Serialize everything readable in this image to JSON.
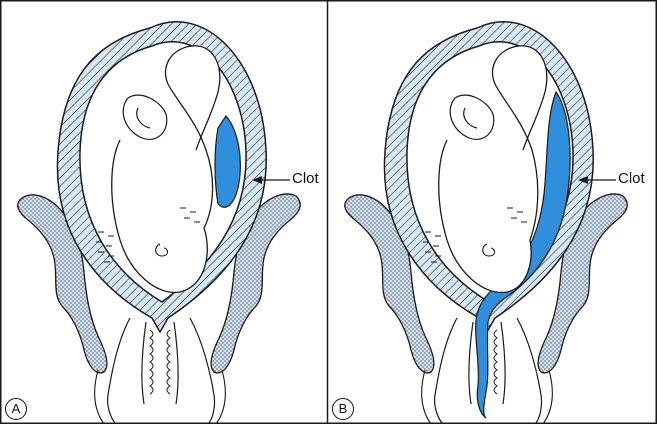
{
  "panels": [
    {
      "letter": "A",
      "clot_label": "Clot"
    },
    {
      "letter": "B",
      "clot_label": "Clot"
    }
  ],
  "colors": {
    "clot": "#2f8fdc",
    "hatch_fill": "#d6e7f5",
    "stipple_fill": "#cfe0f0",
    "line": "#1a1a1a"
  }
}
